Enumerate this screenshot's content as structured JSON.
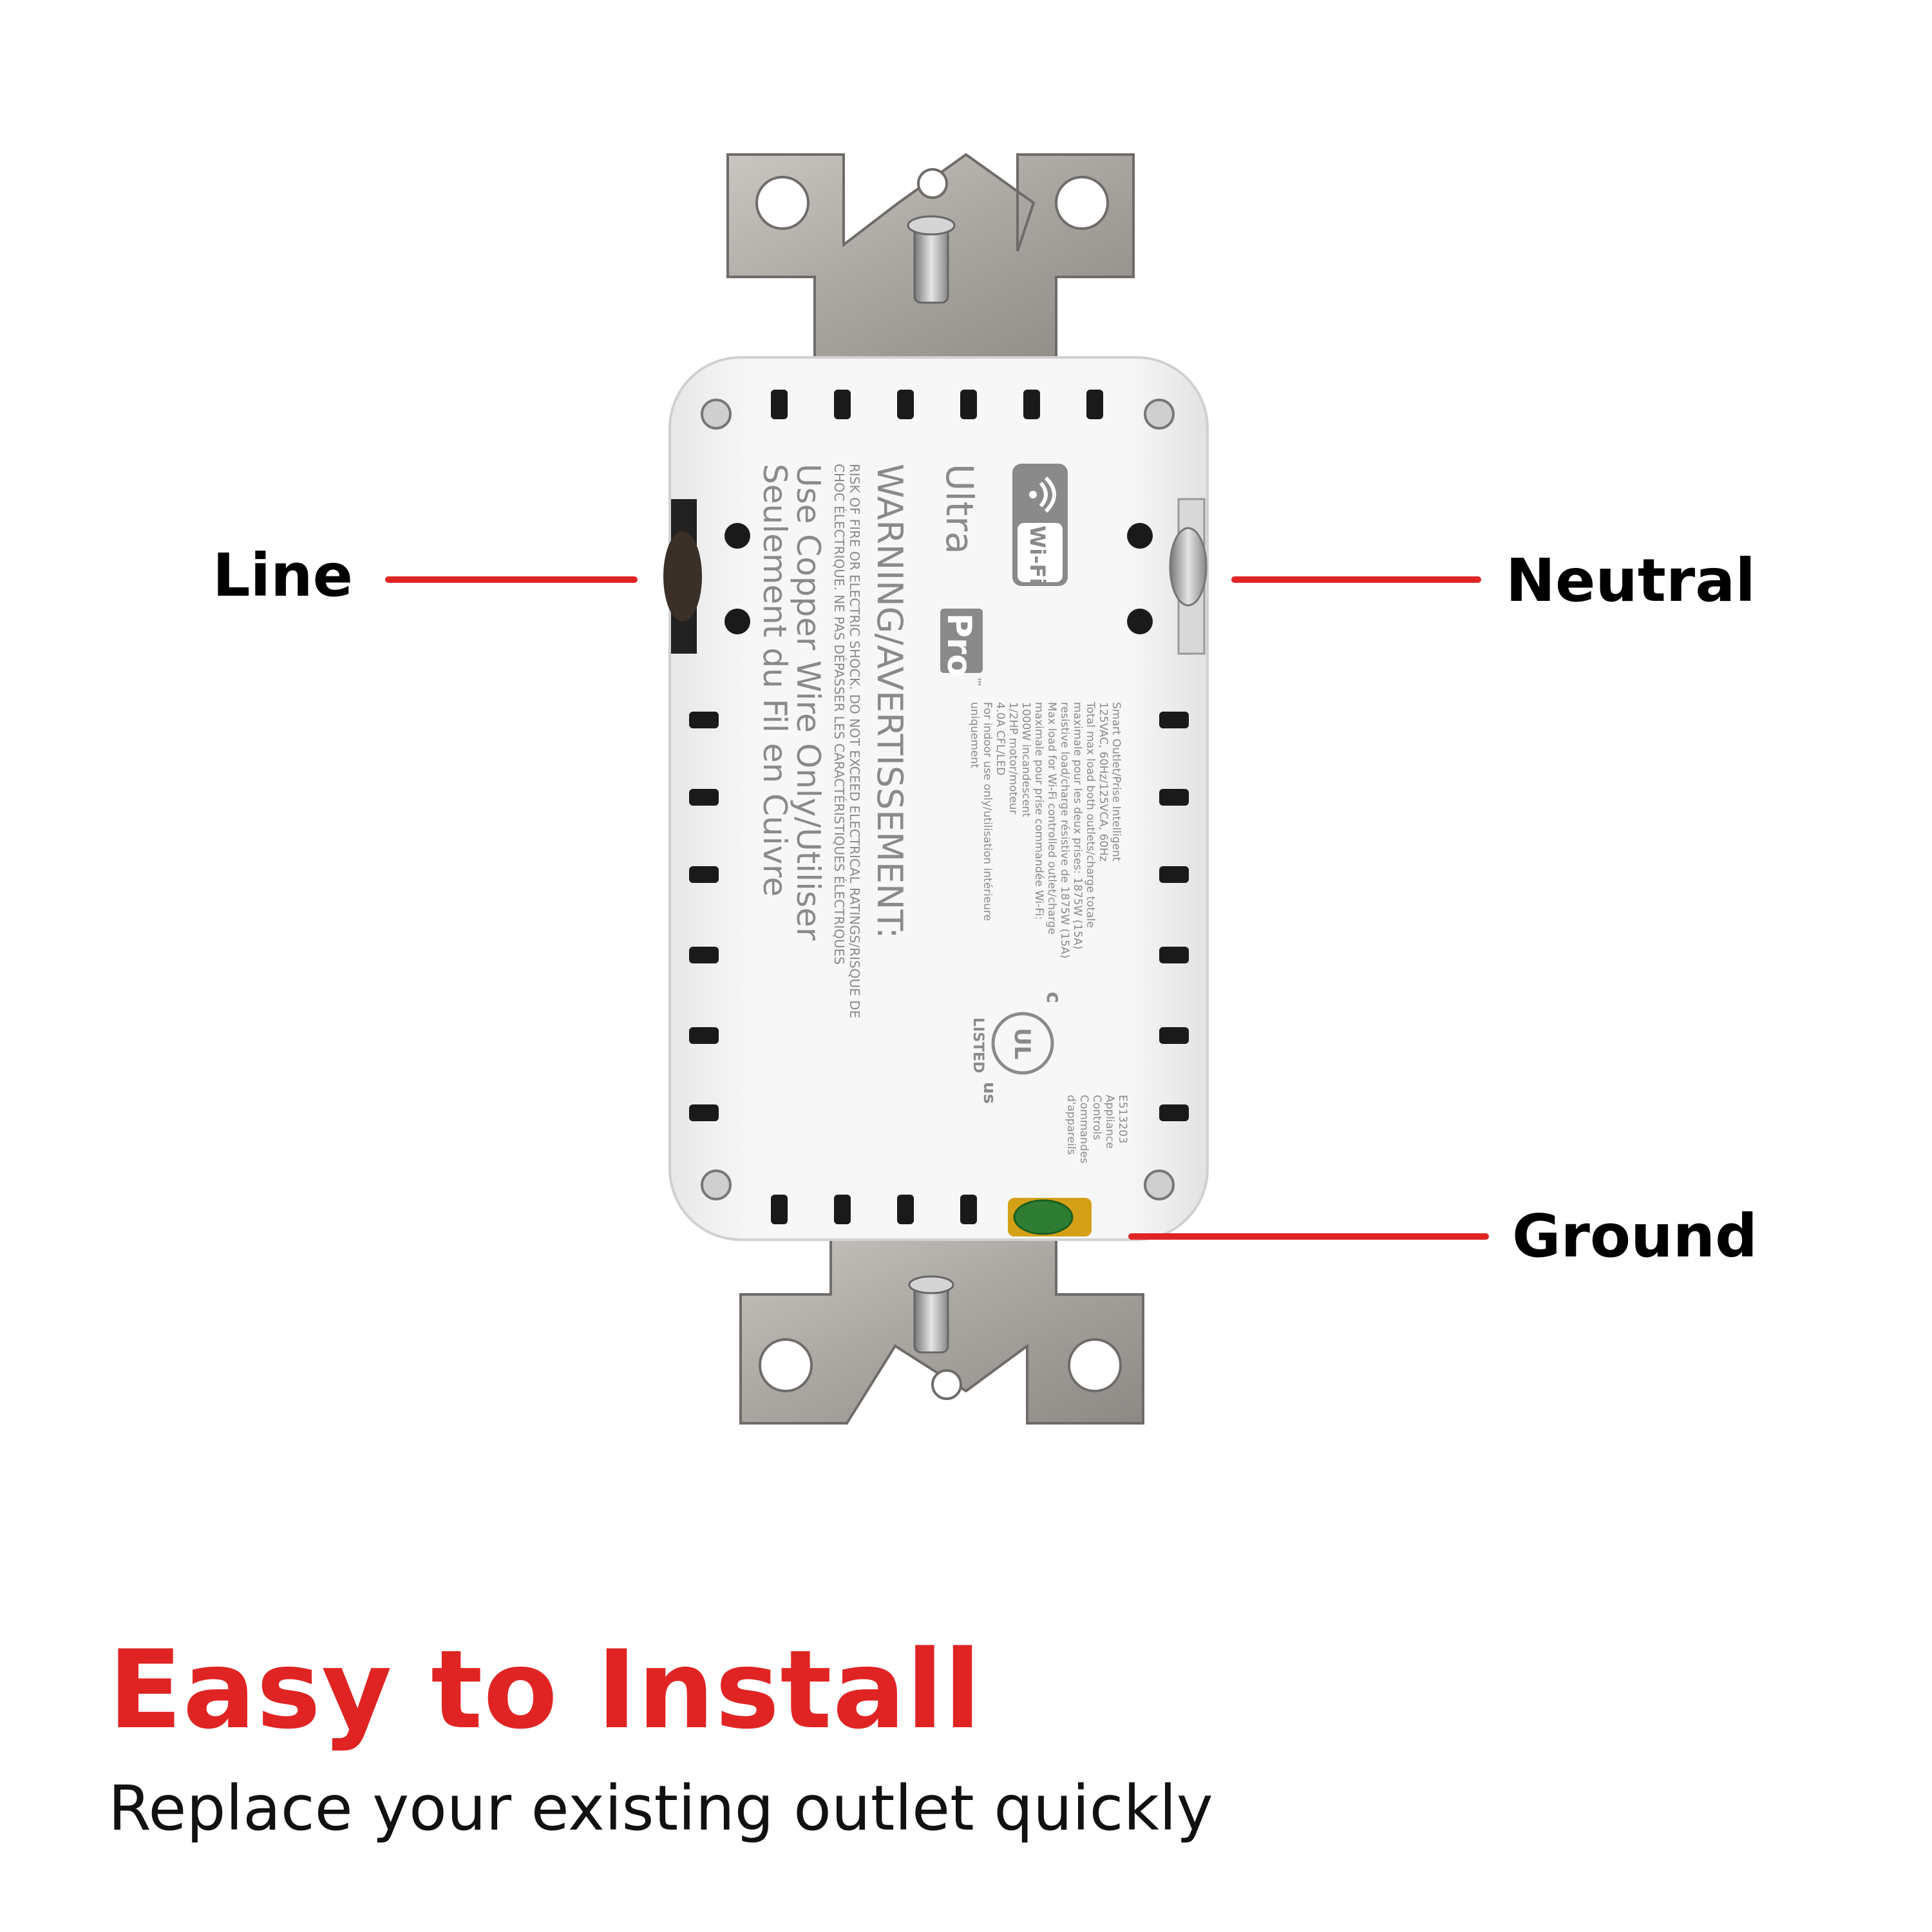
{
  "labels": {
    "line": "Line",
    "neutral": "Neutral",
    "ground": "Ground"
  },
  "device": {
    "brand_light": "Ultra",
    "brand_bold": "Pro",
    "tm": "™",
    "wifi_badge": "Wi-Fi",
    "warning_title": "WARNING/AVERTISSEMENT:",
    "warning_lines": [
      "RISK OF FIRE OR ELECTRIC SHOCK. DO NOT EXCEED ELECTRICAL RATINGS/RISQUE DE",
      "CHOC ÉLECTRIQUE. NE PAS DÉPASSER LES CARACTÉRISTIQUES ÉLECTRIQUES",
      "Use Copper Wire Only/Utiliser",
      "Seulement du Fil en Cuivre"
    ],
    "spec_lines": [
      "Smart Outlet/Prise Intelligent",
      "125VAC, 60Hz/125VCA, 60Hz",
      "Total max load both outlets/charge totale",
      "maximale pour les deux prises: 1875W (15A)",
      "resistive load/charge résistive de 1875W (15A)",
      "Max load for Wi-Fi controlled outlet/charge",
      "maximale pour prise commandée Wi-Fi:",
      "1000W incandescent",
      "1/2HP motor/moteur",
      "4.0A CFL/LED",
      "For indoor use only/utilisation intérieure",
      "uniquement"
    ],
    "cert_lines": [
      "E513203",
      "Appliance",
      "Controls",
      "Commandes",
      "d'appareils"
    ],
    "ul": {
      "c": "c",
      "ul": "UL",
      "us": "us",
      "listed": "LISTED"
    }
  },
  "headline": "Easy to Install",
  "subline": "Replace your existing outlet quickly",
  "colors": {
    "accent": "#e02424",
    "text": "#111111",
    "housing": "#f4f4f4",
    "metal": "#a9a6a2",
    "print": "#8a8a8a"
  }
}
